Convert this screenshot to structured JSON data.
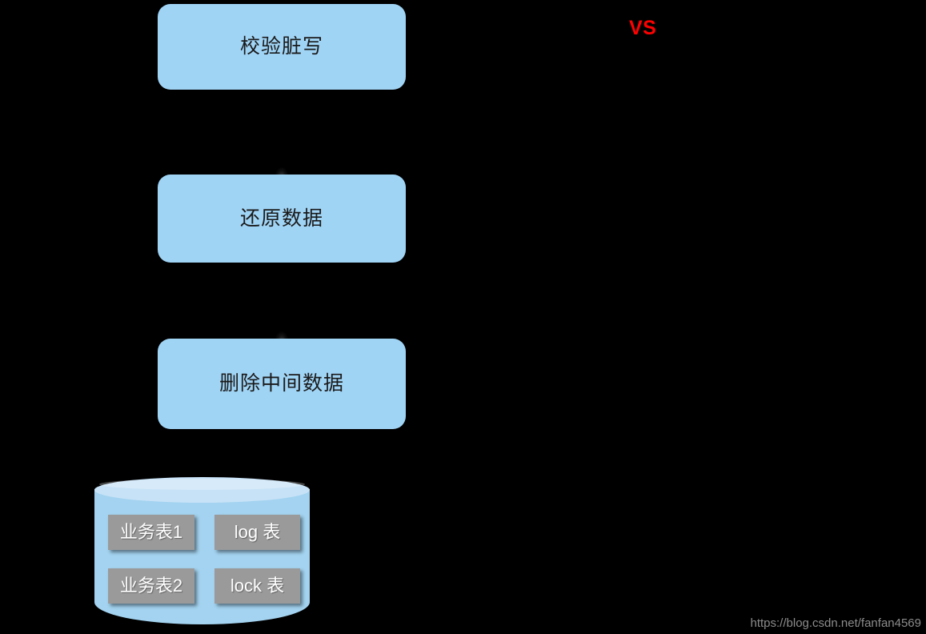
{
  "background_color": "#000000",
  "flow": {
    "steps": [
      {
        "id": "verify-dirty-write",
        "label": "校验脏写"
      },
      {
        "id": "restore-data",
        "label": "还原数据"
      },
      {
        "id": "delete-intermediate-data",
        "label": "删除中间数据"
      }
    ],
    "box_color": "#a0d4f5",
    "label_color": "#1a1a1a"
  },
  "comparison": {
    "label": "VS",
    "color": "#ff0000"
  },
  "database": {
    "body_color": "#a3d3f0",
    "top_color": "#c7e2f7",
    "chip_color": "#9a9a9a",
    "chip_text_color": "#ffffff",
    "tables": [
      {
        "id": "business-table-1",
        "label": "业务表1"
      },
      {
        "id": "log-table",
        "label": "log 表"
      },
      {
        "id": "business-table-2",
        "label": "业务表2"
      },
      {
        "id": "lock-table",
        "label": "lock 表"
      }
    ]
  },
  "watermark": {
    "text": "https://blog.csdn.net/fanfan4569",
    "color": "#8c8c8c"
  }
}
